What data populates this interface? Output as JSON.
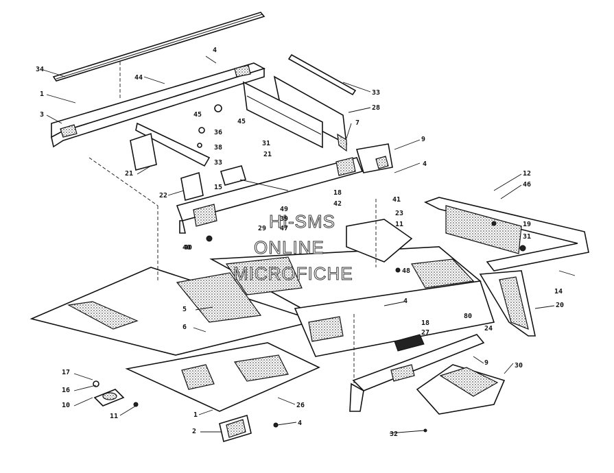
{
  "watermark": [
    "HI-SMS",
    "ONLINE",
    "MICROFICHE"
  ],
  "callouts": [
    "34",
    "4",
    "44",
    "1",
    "33",
    "3",
    "45",
    "45",
    "28",
    "36",
    "7",
    "9",
    "38",
    "31",
    "21",
    "21",
    "33",
    "4",
    "15",
    "22",
    "12",
    "46",
    "18",
    "49",
    "42",
    "41",
    "23",
    "39",
    "47",
    "11",
    "19",
    "40",
    "29",
    "31",
    "40",
    "48",
    "14",
    "4",
    "5",
    "6",
    "20",
    "24",
    "80",
    "18",
    "27",
    "17",
    "16",
    "9",
    "30",
    "10",
    "11",
    "1",
    "26",
    "4",
    "2",
    "32"
  ]
}
